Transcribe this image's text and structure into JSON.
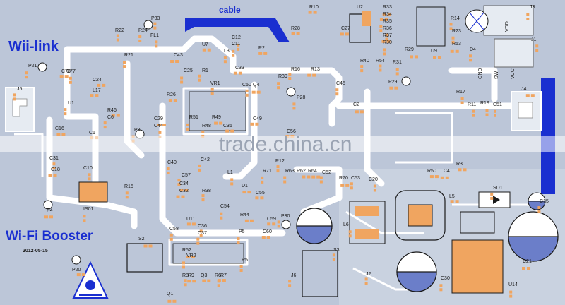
{
  "board": {
    "title_top": "Wii-link",
    "title_bottom": "Wi-Fi Booster",
    "date": "2012-05-15",
    "cable_label": "cable",
    "watermark": "trade.china.cn",
    "connector_labels": [
      "GND",
      "SW",
      "VCC",
      "VDD"
    ],
    "colors": {
      "board": "#bcc6d8",
      "trace": "#ffffff",
      "pad": "#f0a560",
      "brand": "#1a2fd0",
      "silk": "#1a1a1a"
    }
  },
  "components": [
    {
      "ref": "R22"
    },
    {
      "ref": "R24"
    },
    {
      "ref": "FL1"
    },
    {
      "ref": "R21"
    },
    {
      "ref": "C43"
    },
    {
      "ref": "P33"
    },
    {
      "ref": "U7"
    },
    {
      "ref": "C12"
    },
    {
      "ref": "C11"
    },
    {
      "ref": "L3"
    },
    {
      "ref": "C33"
    },
    {
      "ref": "R2"
    },
    {
      "ref": "R10"
    },
    {
      "ref": "C27"
    },
    {
      "ref": "U2"
    },
    {
      "ref": "R28"
    },
    {
      "ref": "R33"
    },
    {
      "ref": "R34"
    },
    {
      "ref": "R35"
    },
    {
      "ref": "R36"
    },
    {
      "ref": "R37"
    },
    {
      "ref": "R30"
    },
    {
      "ref": "R40"
    },
    {
      "ref": "R54"
    },
    {
      "ref": "R31"
    },
    {
      "ref": "R29"
    },
    {
      "ref": "U9"
    },
    {
      "ref": "R14"
    },
    {
      "ref": "R23"
    },
    {
      "ref": "R53"
    },
    {
      "ref": "D4"
    },
    {
      "ref": "J3"
    },
    {
      "ref": "J1"
    },
    {
      "ref": "P21"
    },
    {
      "ref": "C78"
    },
    {
      "ref": "C77"
    },
    {
      "ref": "C24"
    },
    {
      "ref": "L17"
    },
    {
      "ref": "U1"
    },
    {
      "ref": "R46"
    },
    {
      "ref": "C6"
    },
    {
      "ref": "J5"
    },
    {
      "ref": "R39"
    },
    {
      "ref": "R16"
    },
    {
      "ref": "R13"
    },
    {
      "ref": "VR1"
    },
    {
      "ref": "C50"
    },
    {
      "ref": "Q4"
    },
    {
      "ref": "R26"
    },
    {
      "ref": "C25"
    },
    {
      "ref": "R1"
    },
    {
      "ref": "P28"
    },
    {
      "ref": "C45"
    },
    {
      "ref": "P29"
    },
    {
      "ref": "R17"
    },
    {
      "ref": "R11"
    },
    {
      "ref": "R19"
    },
    {
      "ref": "C51"
    },
    {
      "ref": "J4"
    },
    {
      "ref": "C2"
    },
    {
      "ref": "R51"
    },
    {
      "ref": "R49"
    },
    {
      "ref": "C29"
    },
    {
      "ref": "C44"
    },
    {
      "ref": "R48"
    },
    {
      "ref": "C35"
    },
    {
      "ref": "C49"
    },
    {
      "ref": "C56"
    },
    {
      "ref": "C1"
    },
    {
      "ref": "P3"
    },
    {
      "ref": "C31"
    },
    {
      "ref": "C16"
    },
    {
      "ref": "C18"
    },
    {
      "ref": "C10"
    },
    {
      "ref": "C42"
    },
    {
      "ref": "C40"
    },
    {
      "ref": "C57"
    },
    {
      "ref": "C34"
    },
    {
      "ref": "C32"
    },
    {
      "ref": "R38"
    },
    {
      "ref": "R37"
    },
    {
      "ref": "L1"
    },
    {
      "ref": "R12"
    },
    {
      "ref": "R71"
    },
    {
      "ref": "R63"
    },
    {
      "ref": "R62"
    },
    {
      "ref": "R64"
    },
    {
      "ref": "C52"
    },
    {
      "ref": "R70"
    },
    {
      "ref": "C53"
    },
    {
      "ref": "C20"
    },
    {
      "ref": "R50"
    },
    {
      "ref": "C4"
    },
    {
      "ref": "R3"
    },
    {
      "ref": "R15"
    },
    {
      "ref": "IS01"
    },
    {
      "ref": "D1"
    },
    {
      "ref": "C55"
    },
    {
      "ref": "C54"
    },
    {
      "ref": "R44"
    },
    {
      "ref": "C59"
    },
    {
      "ref": "C60"
    },
    {
      "ref": "P30"
    },
    {
      "ref": "C11"
    },
    {
      "ref": "L6"
    },
    {
      "ref": "L5"
    },
    {
      "ref": "SD1"
    },
    {
      "ref": "C15"
    },
    {
      "ref": "P4"
    },
    {
      "ref": "U11"
    },
    {
      "ref": "C58"
    },
    {
      "ref": "C36"
    },
    {
      "ref": "C37"
    },
    {
      "ref": "S2"
    },
    {
      "ref": "VR2"
    },
    {
      "ref": "R52"
    },
    {
      "ref": "P20"
    },
    {
      "ref": "R8"
    },
    {
      "ref": "R9"
    },
    {
      "ref": "Q3"
    },
    {
      "ref": "R6"
    },
    {
      "ref": "R7"
    },
    {
      "ref": "R5"
    },
    {
      "ref": "Q1"
    },
    {
      "ref": "S3"
    },
    {
      "ref": "J6"
    },
    {
      "ref": "J2"
    },
    {
      "ref": "C30"
    },
    {
      "ref": "U14"
    },
    {
      "ref": "C21"
    },
    {
      "ref": "P5"
    }
  ]
}
